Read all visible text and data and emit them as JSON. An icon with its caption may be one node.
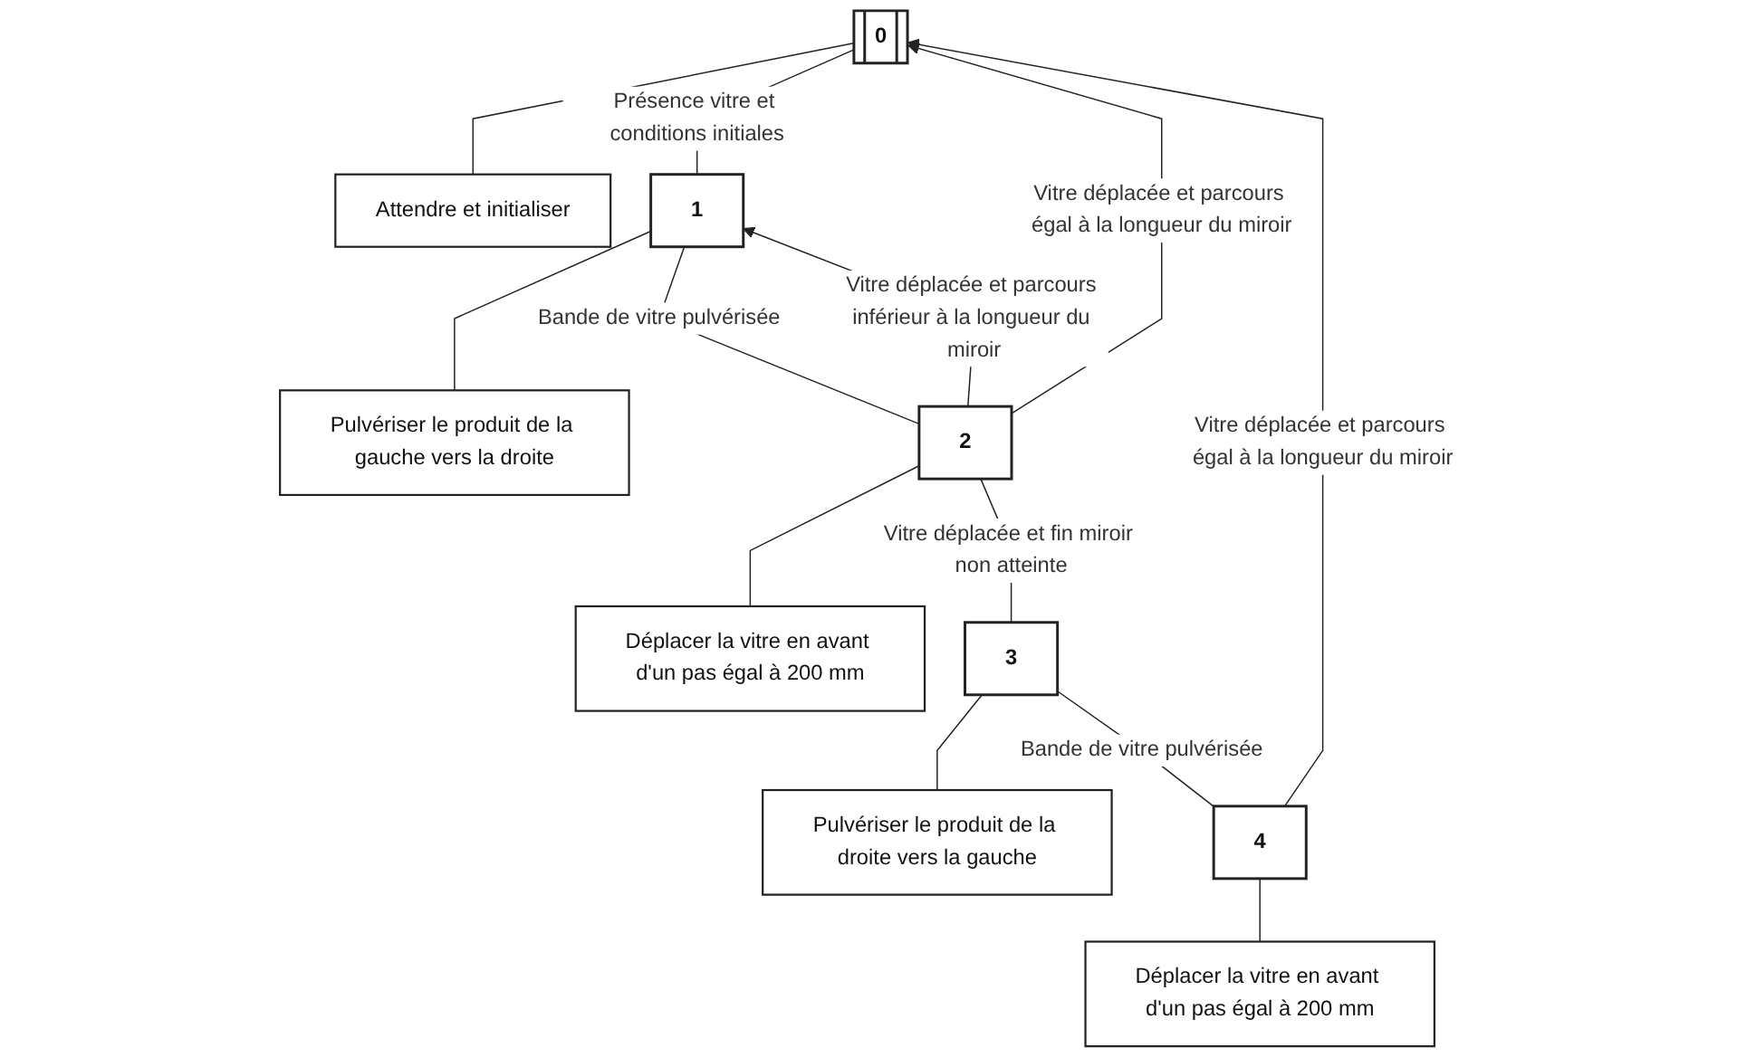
{
  "diagram": {
    "nodes": [
      {
        "text": [
          "0"
        ]
      },
      {
        "text": [
          "Attendre et initialiser"
        ]
      },
      {
        "text": [
          "1"
        ]
      },
      {
        "text": [
          "Pulvériser le produit de la gauche vers la droite"
        ]
      },
      {
        "text": [
          "2"
        ]
      },
      {
        "text": [
          "Déplacer la vitre en avant d'un pas égal à 200 mm"
        ]
      },
      {
        "text": [
          "3"
        ]
      },
      {
        "text": [
          "Pulvériser le produit de la droite vers la gauche"
        ]
      },
      {
        "text": [
          "4"
        ]
      },
      {
        "text": [
          "Déplacer la vitre en avant d'un pas égal à 200 mm"
        ]
      }
    ],
    "edges": [
      {
        "from": 0,
        "to": 1,
        "arrow": "none"
      },
      {
        "from": 0,
        "to": 2,
        "arrow": "none",
        "label": "Présence vitre et conditions initiales"
      },
      {
        "from": 2,
        "to": 3,
        "arrow": "none"
      },
      {
        "from": 2,
        "to": 4,
        "arrow": "none",
        "label": "Bande de vitre pulvérisée"
      },
      {
        "from": 4,
        "to": 5,
        "arrow": "none"
      },
      {
        "from": 4,
        "to": 2,
        "arrow": "to",
        "label": "Vitre déplacée et parcours inférieur à la longueur du miroir"
      },
      {
        "from": 4,
        "to": 6,
        "arrow": "none",
        "label": "Vitre déplacée et fin miroir non atteinte"
      },
      {
        "from": 4,
        "to": 0,
        "arrow": "to",
        "label": "Vitre déplacée et parcours égal à la longueur du miroir"
      },
      {
        "from": 6,
        "to": 7,
        "arrow": "none"
      },
      {
        "from": 6,
        "to": 8,
        "arrow": "none",
        "label": "Bande de vitre pulvérisée"
      },
      {
        "from": 8,
        "to": 9,
        "arrow": "none"
      },
      {
        "from": 8,
        "to": 0,
        "arrow": "to",
        "label": "Vitre déplacée et parcours égal à la longueur du miroir"
      }
    ]
  }
}
